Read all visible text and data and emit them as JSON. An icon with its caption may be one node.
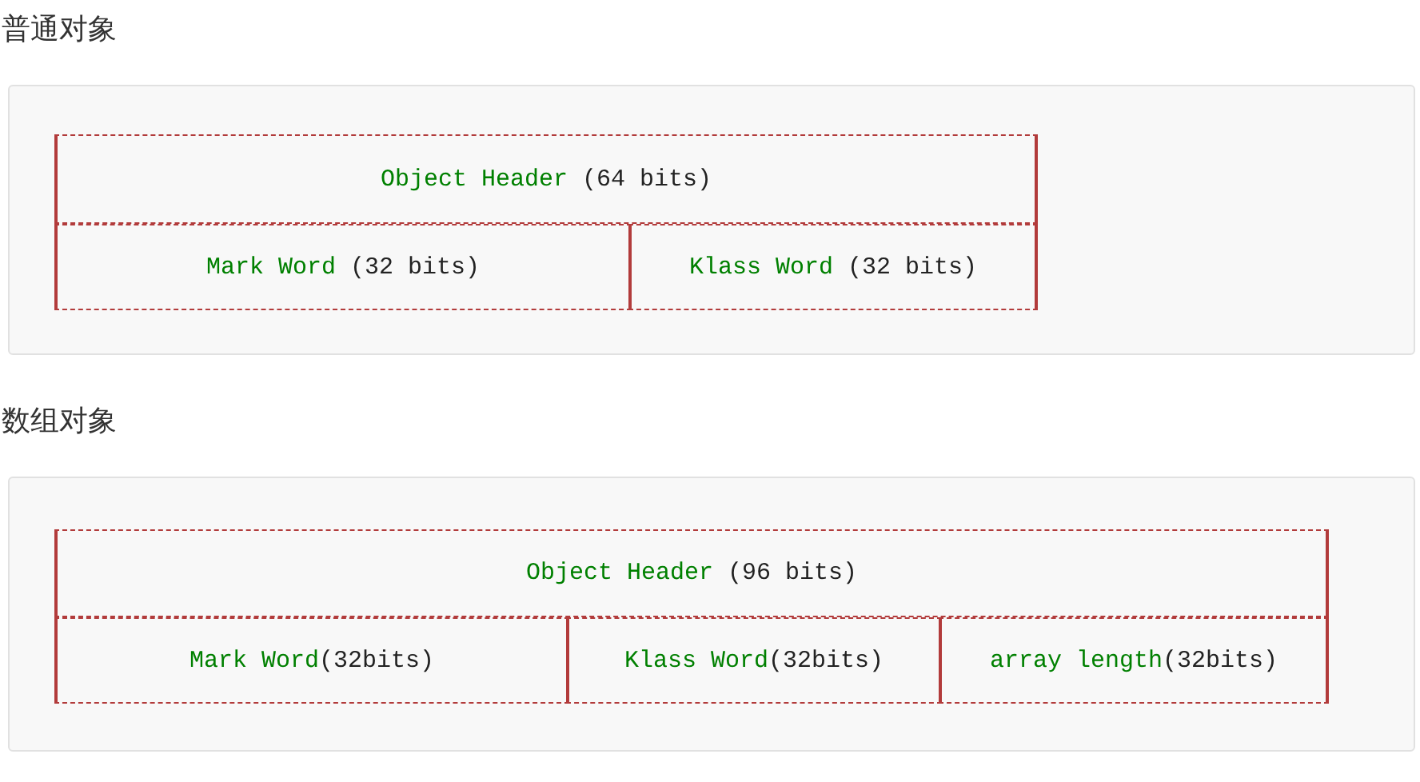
{
  "diagram": {
    "nodes": [
      {
        "text": [
          "普通对象"
        ]
      },
      {
        "text": [
          "Object Header (64 bits)"
        ],
        "in": 0
      },
      {
        "text": [
          "Mark Word (32 bits)"
        ],
        "in": 0
      },
      {
        "text": [
          "Klass Word (32 bits)"
        ],
        "in": 0
      },
      {
        "text": [
          "数组对象"
        ]
      },
      {
        "text": [
          "Object Header (96 bits)"
        ],
        "in": 4
      },
      {
        "text": [
          "Mark Word(32bits)"
        ],
        "in": 4
      },
      {
        "text": [
          "Klass Word(32bits)"
        ],
        "in": 4
      },
      {
        "text": [
          "array length(32bits)"
        ],
        "in": 4
      }
    ]
  }
}
